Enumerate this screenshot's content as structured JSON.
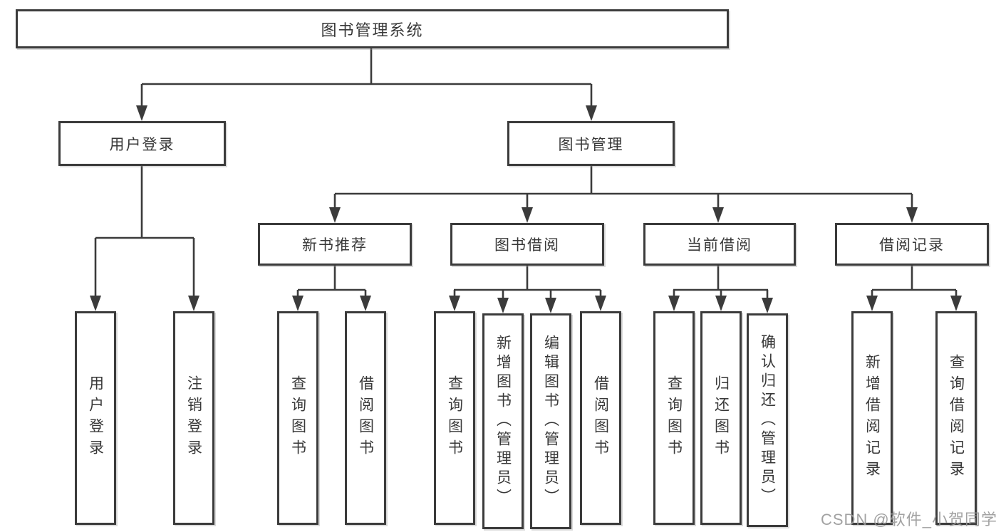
{
  "root": {
    "label": "图书管理系统"
  },
  "user_login": {
    "label": "用户登录",
    "leaves": [
      {
        "label": "用户登录"
      },
      {
        "label": "注销登录"
      }
    ]
  },
  "book_management": {
    "label": "图书管理",
    "sections": [
      {
        "label": "新书推荐",
        "leaves": [
          {
            "label": "查询图书"
          },
          {
            "label": "借阅图书"
          }
        ]
      },
      {
        "label": "图书借阅",
        "leaves": [
          {
            "label": "查询图书"
          },
          {
            "label": "新增图书（管理员）"
          },
          {
            "label": "编辑图书（管理员）"
          },
          {
            "label": "借阅图书"
          }
        ]
      },
      {
        "label": "当前借阅",
        "leaves": [
          {
            "label": "查询图书"
          },
          {
            "label": "归还图书"
          },
          {
            "label": "确认归还（管理员）"
          }
        ]
      },
      {
        "label": "借阅记录",
        "leaves": [
          {
            "label": "新增借阅记录"
          },
          {
            "label": "查询借阅记录"
          }
        ]
      }
    ]
  },
  "watermark": "CSDN @软件_小贺同学",
  "colors": {
    "line": "#3b3b3b",
    "text": "#383838",
    "background": "#ffffff",
    "watermark": "#989898"
  }
}
